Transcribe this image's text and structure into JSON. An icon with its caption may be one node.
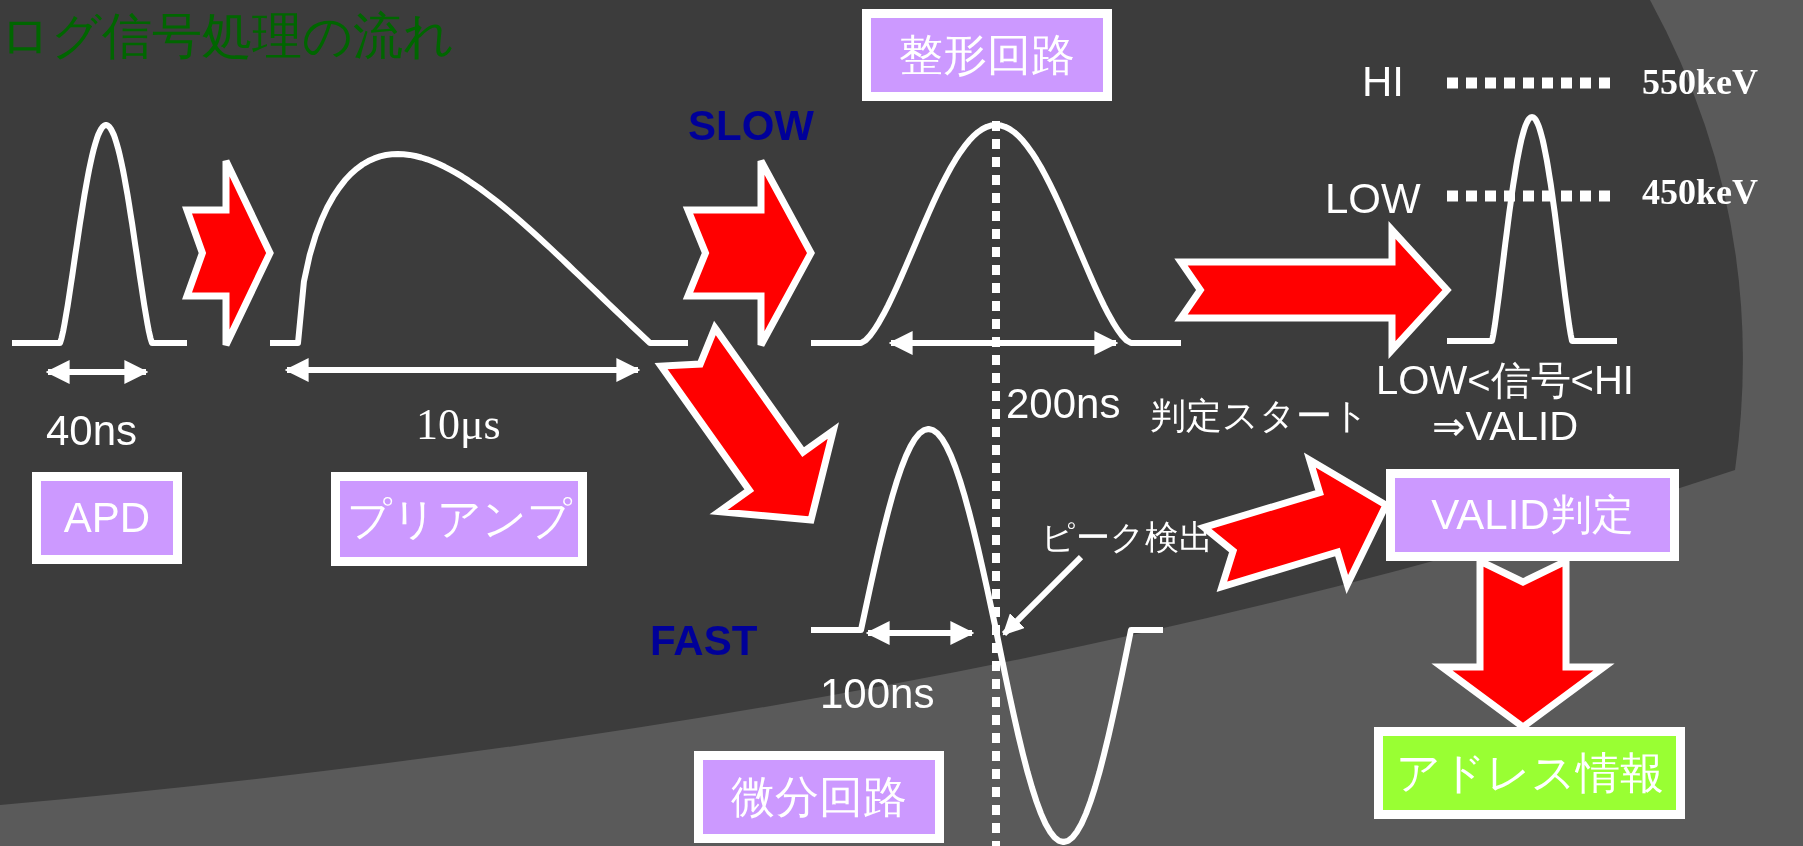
{
  "diagram": {
    "title": "ログ信号処理の流れ",
    "nodes": [
      {
        "text": [],
        "shape": "picture"
      },
      {
        "text": [
          "APD"
        ]
      },
      {
        "text": [],
        "shape": "picture"
      },
      {
        "text": [
          "プリアンプ"
        ]
      },
      {
        "text": [
          "整形回路"
        ]
      },
      {
        "text": [],
        "shape": "picture"
      },
      {
        "text": [],
        "shape": "picture"
      },
      {
        "text": [
          "VALID判定"
        ]
      },
      {
        "text": [],
        "shape": "picture"
      },
      {
        "text": [
          "ピーク検出"
        ]
      },
      {
        "text": [
          "微分回路"
        ]
      },
      {
        "text": [
          "アドレス情報"
        ]
      }
    ],
    "edges": [
      {
        "from": 0,
        "to": 2,
        "arrow": "to"
      },
      {
        "from": 2,
        "to": 5,
        "arrow": "to"
      },
      {
        "from": 2,
        "to": 8,
        "arrow": "to"
      },
      {
        "from": 5,
        "to": 6,
        "arrow": "to"
      },
      {
        "from": 9,
        "to": 7,
        "arrow": "to",
        "label": "判定スタート"
      },
      {
        "from": 7,
        "to": 11,
        "arrow": "to"
      },
      {
        "from": 9,
        "to": 8,
        "arrow": "to"
      },
      {
        "from": 5,
        "to": 8,
        "arrow": "none",
        "style": "dashed"
      }
    ],
    "labels": [
      "SLOW",
      "HI",
      "550keV",
      "LOW",
      "450keV",
      "40ns",
      "10μs",
      "200ns",
      "LOW<信号<HI ⇒VALID",
      "FAST",
      "100ns"
    ]
  }
}
